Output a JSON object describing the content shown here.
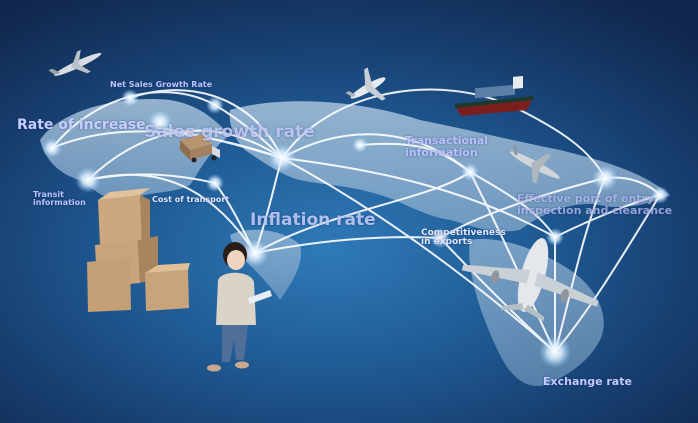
{
  "image": {
    "description": "Global logistics and trade network illustration over a world map",
    "background_color": "#1f5a94",
    "line_color": "#ffffff",
    "label_color": "#b9c3ff"
  },
  "labels": {
    "net_sales_growth_rate": "Net Sales Growth Rate",
    "rate_of_increase": "Rate of increase",
    "sales_growth_rate": "Sales growth rate",
    "transit_information": [
      "Transit",
      "information"
    ],
    "cost_of_transport": "Cost of transport",
    "inflation_rate": "Inflation rate",
    "transactional_information": [
      "Transactional",
      "information"
    ],
    "competitiveness_in_exports": [
      "Competitiveness",
      "in exports"
    ],
    "effective_port_of_entry": [
      "Effective port of entry",
      "inspection and clearance"
    ],
    "exchange_rate": "Exchange rate"
  },
  "objects": [
    "airplane-top-left",
    "airplane-top-center",
    "cargo-ship",
    "delivery-truck",
    "airplane-right",
    "large-airplane",
    "cardboard-boxes",
    "woman-with-tablet"
  ]
}
